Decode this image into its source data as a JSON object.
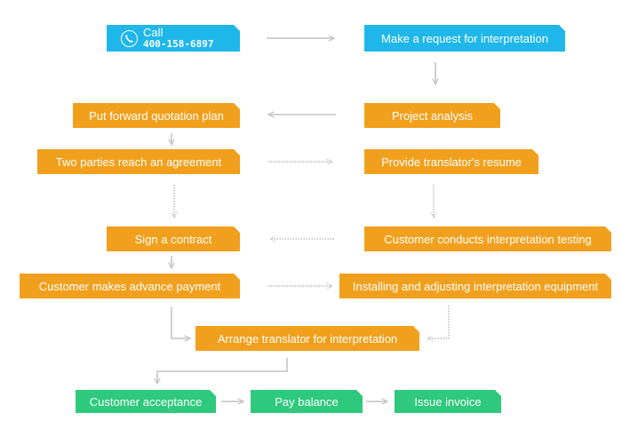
{
  "colors": {
    "start_fill": "#1fb7ea",
    "step_fill": "#f1a01d",
    "end_fill": "#2ec97d",
    "arrow_solid": "#c4c4c4",
    "arrow_dotted": "#b8b8b8",
    "text": "#ffffff"
  },
  "call": {
    "label": "Call",
    "number": "400-158-6897",
    "icon": "phone-icon"
  },
  "steps": {
    "make_request": "Make a request for interpretation",
    "project_analysis": "Project analysis",
    "quotation_plan": "Put forward quotation plan",
    "agreement": "Two parties reach an agreement",
    "translator_resume": "Provide translator's resume",
    "sign_contract": "Sign a contract",
    "interpretation_testing": "Customer conducts interpretation testing",
    "advance_payment": "Customer makes advance payment",
    "install_equipment": "Installing and adjusting interpretation equipment",
    "arrange_translator": "Arrange translator for interpretation",
    "acceptance": "Customer acceptance",
    "pay_balance": "Pay balance",
    "issue_invoice": "Issue invoice"
  }
}
